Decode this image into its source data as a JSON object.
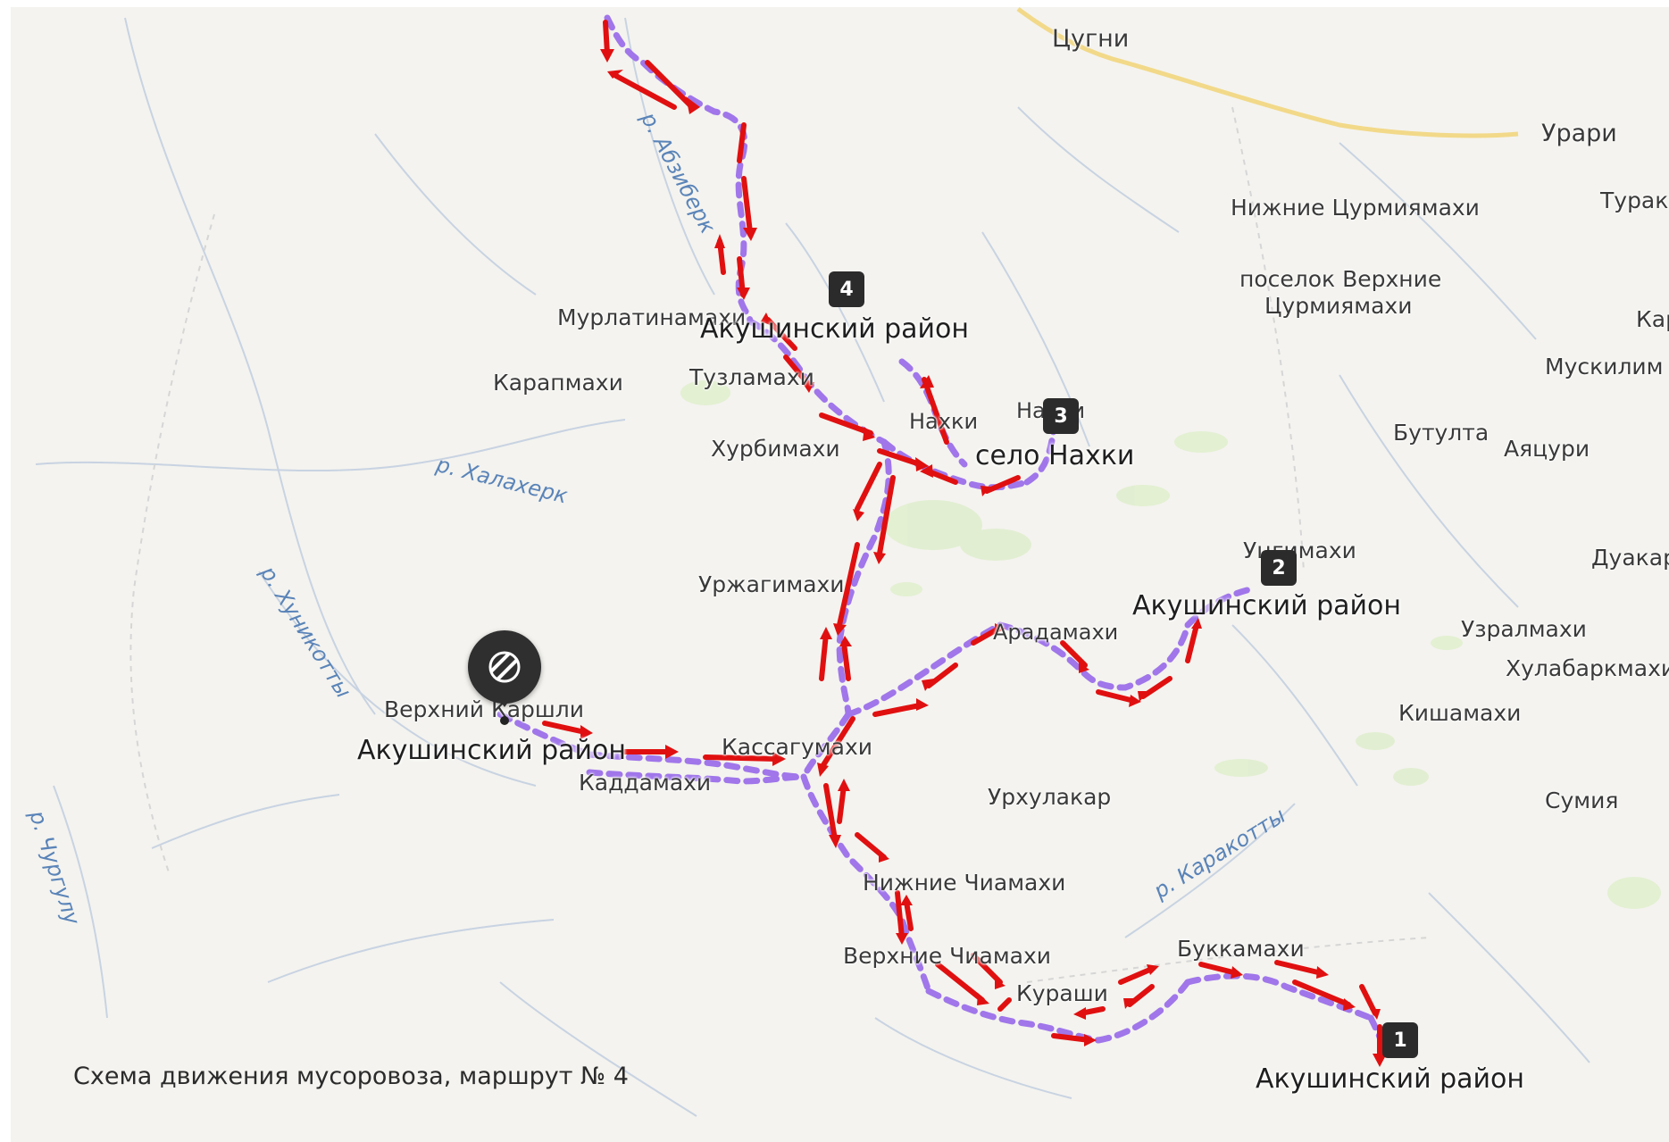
{
  "colors": {
    "background": "#f4f3ef",
    "road": "#f2d989",
    "river": "#a9bcd6",
    "route_dash": "#a076ea",
    "arrow": "#e01010",
    "greenery": "#dfeecd"
  },
  "settlements": {
    "tsugni": "Цугни",
    "urari": "Урари",
    "nizhnie_tsurmiyamakhi": "Нижние Цурмиямахи",
    "turak": "Турак",
    "poselok_verkhnie_1": "поселок Верхние",
    "poselok_verkhnie_2": "Цурмиямахи",
    "kar": "Кар",
    "muskilim": "Мускилим",
    "butulta": "Бутулта",
    "ayatsuri": "Аяцури",
    "murlatinamakhi": "Мурлатинамахи",
    "karapmakhi": "Карапмахи",
    "tuzlamakhi": "Тузламахи",
    "nakhki_short": "Нахки",
    "nakhki_2": "Нахки",
    "khurbimakhi": "Хурбимахи",
    "urzhagimakhi": "Уржагимахи",
    "usishimakhi": "Уцгимахи",
    "duakar": "Дуакар",
    "uzralmakhi": "Узралмахи",
    "khulabarkmakhi": "Хулабаркмахи",
    "aradamakhi": "Арадамахи",
    "kishamakhi": "Кишамахи",
    "verkhniy_karshli": "Верхний Каршли",
    "kassagumakhi": "Кассагумахи",
    "kaddamakhi": "Каддамахи",
    "urkhulakar": "Урхулакар",
    "sumiya": "Сумия",
    "nizhnie_chiamakhi": "Нижние Чиамахи",
    "verkhnie_chiamakhi": "Верхние Чиамахи",
    "bukkamakhi": "Буккамахи",
    "kurashi": "Кураши"
  },
  "rivers": {
    "abziberk": "р. Абзиберк",
    "khalakherk": "р. Халахерк",
    "khunikotty": "р. Хуникотты",
    "churgulu": "р. Чургулу",
    "karakotty": "р. Каракотты"
  },
  "stops": [
    {
      "number": "1",
      "label": "Акушинский район"
    },
    {
      "number": "2",
      "label": "Акушинский район"
    },
    {
      "number": "3",
      "label": "село Нахки"
    },
    {
      "number": "4",
      "label": "Акушинский район"
    }
  ],
  "start_label": "Акушинский район",
  "caption": "Схема движения мусоровоза, маршрут № 4"
}
